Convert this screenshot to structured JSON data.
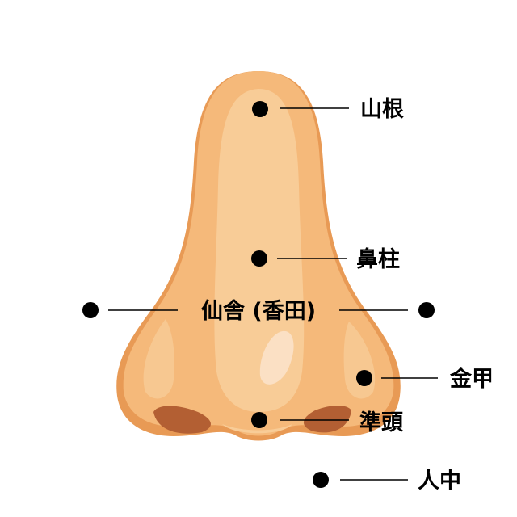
{
  "labels": {
    "shan_gen": "山根",
    "bi_zhu": "鼻柱",
    "xian_she": "仙舎 (香田)",
    "jin_jia": "金甲",
    "zhun_tou": "準頭",
    "ren_zhong": "人中"
  },
  "colors": {
    "skin": "#f5b97a",
    "skin_shadow": "#e89a55",
    "highlight": "#f8cc97",
    "nostril": "#b35f33",
    "marker": "#000000"
  }
}
